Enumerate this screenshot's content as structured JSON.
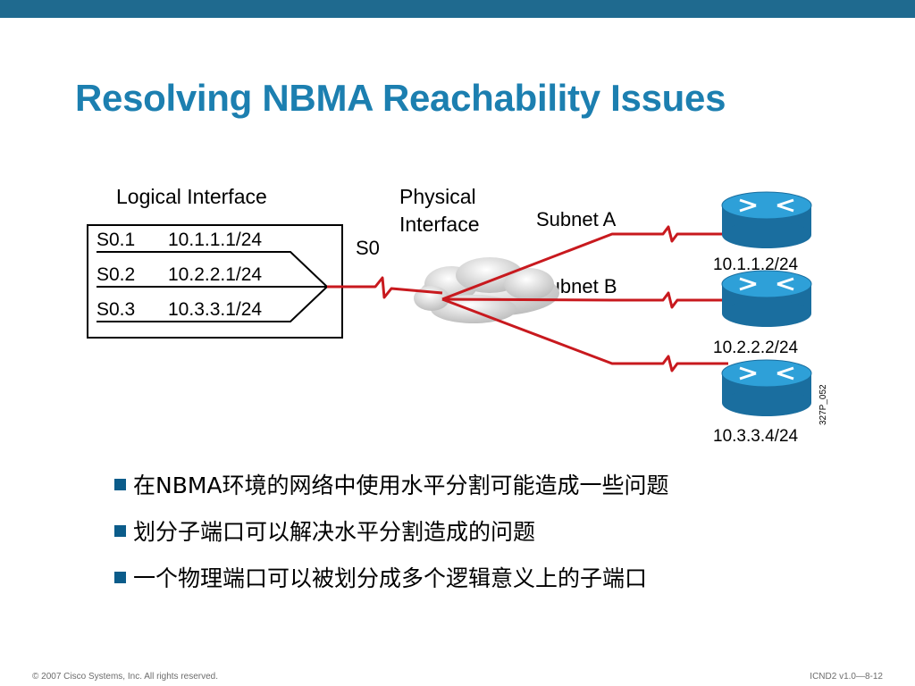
{
  "slide": {
    "title": "Resolving NBMA Reachability Issues"
  },
  "diagram": {
    "logical_interface_label": "Logical Interface",
    "physical_interface_label": [
      "Physical",
      "Interface"
    ],
    "s0_label": "S0",
    "subinterfaces": [
      {
        "name": "S0.1",
        "ip": "10.1.1.1/24"
      },
      {
        "name": "S0.2",
        "ip": "10.2.2.1/24"
      },
      {
        "name": "S0.3",
        "ip": "10.3.3.1/24"
      }
    ],
    "subnet_a_label": "Subnet A",
    "subnet_b_label": "Subnet B",
    "routers": [
      {
        "ip": "10.1.1.2/24"
      },
      {
        "ip": "10.2.2.2/24"
      },
      {
        "ip": "10.3.3.4/24"
      }
    ],
    "figure_id": "327P_052",
    "colors": {
      "link": "#c8191e",
      "router": "#2591c9",
      "title": "#1c7fb0"
    }
  },
  "bullets": [
    "在NBMA环境的网络中使用水平分割可能造成一些问题",
    "划分子端口可以解决水平分割造成的问题",
    "一个物理端口可以被划分成多个逻辑意义上的子端口"
  ],
  "footer": {
    "copyright": "© 2007 Cisco Systems, Inc. All rights reserved.",
    "course": "ICND2 v1.0—8-12"
  }
}
